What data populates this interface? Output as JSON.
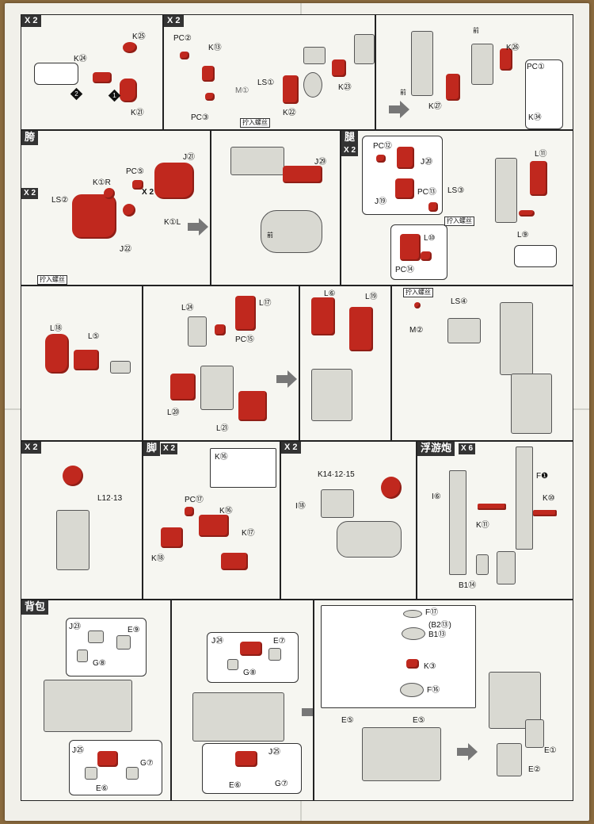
{
  "sections": {
    "hip": "胯",
    "leg": "腿",
    "foot": "脚",
    "floating_gun": "浮游炮",
    "backpack": "背包"
  },
  "multipliers": {
    "x2": "X 2",
    "x6": "X 6"
  },
  "notes": {
    "screw_in": "拧入螺丝"
  },
  "step1": {
    "parts": [
      "K㉕",
      "K㉔",
      "K㉑"
    ]
  },
  "step2": {
    "parts": [
      "PC②",
      "K⑬",
      "PC③",
      "M①",
      "LS①",
      "K㉒",
      "K㉓"
    ]
  },
  "step3": {
    "parts": [
      "前",
      "前",
      "K㉖",
      "K㉗",
      "PC①",
      "K㉞"
    ]
  },
  "step4": {
    "parts": [
      "J㉑",
      "PC⑤",
      "K①R",
      "X 2",
      "LS②",
      "K①L",
      "J㉒"
    ]
  },
  "step5": {
    "parts": [
      "J㉙",
      "前"
    ]
  },
  "step6": {
    "parts": [
      "PC⑫",
      "J⑳",
      "L⑪",
      "PC⑬",
      "LS③",
      "J⑲",
      "L⑩",
      "PC⑭",
      "L⑨"
    ]
  },
  "step7": {
    "parts": [
      "L⑱",
      "L⑤"
    ]
  },
  "step8": {
    "parts": [
      "L㉔",
      "L⑰",
      "PC⑮",
      "L⑳",
      "L㉑"
    ]
  },
  "step9": {
    "parts": [
      "L⑥",
      "L⑲"
    ]
  },
  "step10": {
    "parts": [
      "LS④",
      "M②"
    ]
  },
  "step11": {
    "parts": [
      "L12·13"
    ]
  },
  "step12": {
    "parts": [
      "K⑯",
      "PC⑰",
      "K⑯",
      "K⑰",
      "K⑱"
    ]
  },
  "step13": {
    "parts": [
      "K14·12·15",
      "I⑱"
    ]
  },
  "step14": {
    "parts": [
      "F❶",
      "I⑥",
      "K⑩",
      "K⑪",
      "B1⑭"
    ]
  },
  "step15": {
    "parts": [
      "J㉓",
      "E⑨",
      "G⑧",
      "J㉕",
      "G⑦",
      "E⑥"
    ]
  },
  "step16": {
    "parts": [
      "J㉔",
      "E⑦",
      "G⑧",
      "J㉕",
      "E⑥",
      "G⑦"
    ]
  },
  "step17": {
    "parts": [
      "F⑰",
      "(B2⑬)",
      "B1⑬",
      "K③",
      "F⑯",
      "E⑤",
      "E⑤",
      "E①",
      "E②"
    ]
  }
}
